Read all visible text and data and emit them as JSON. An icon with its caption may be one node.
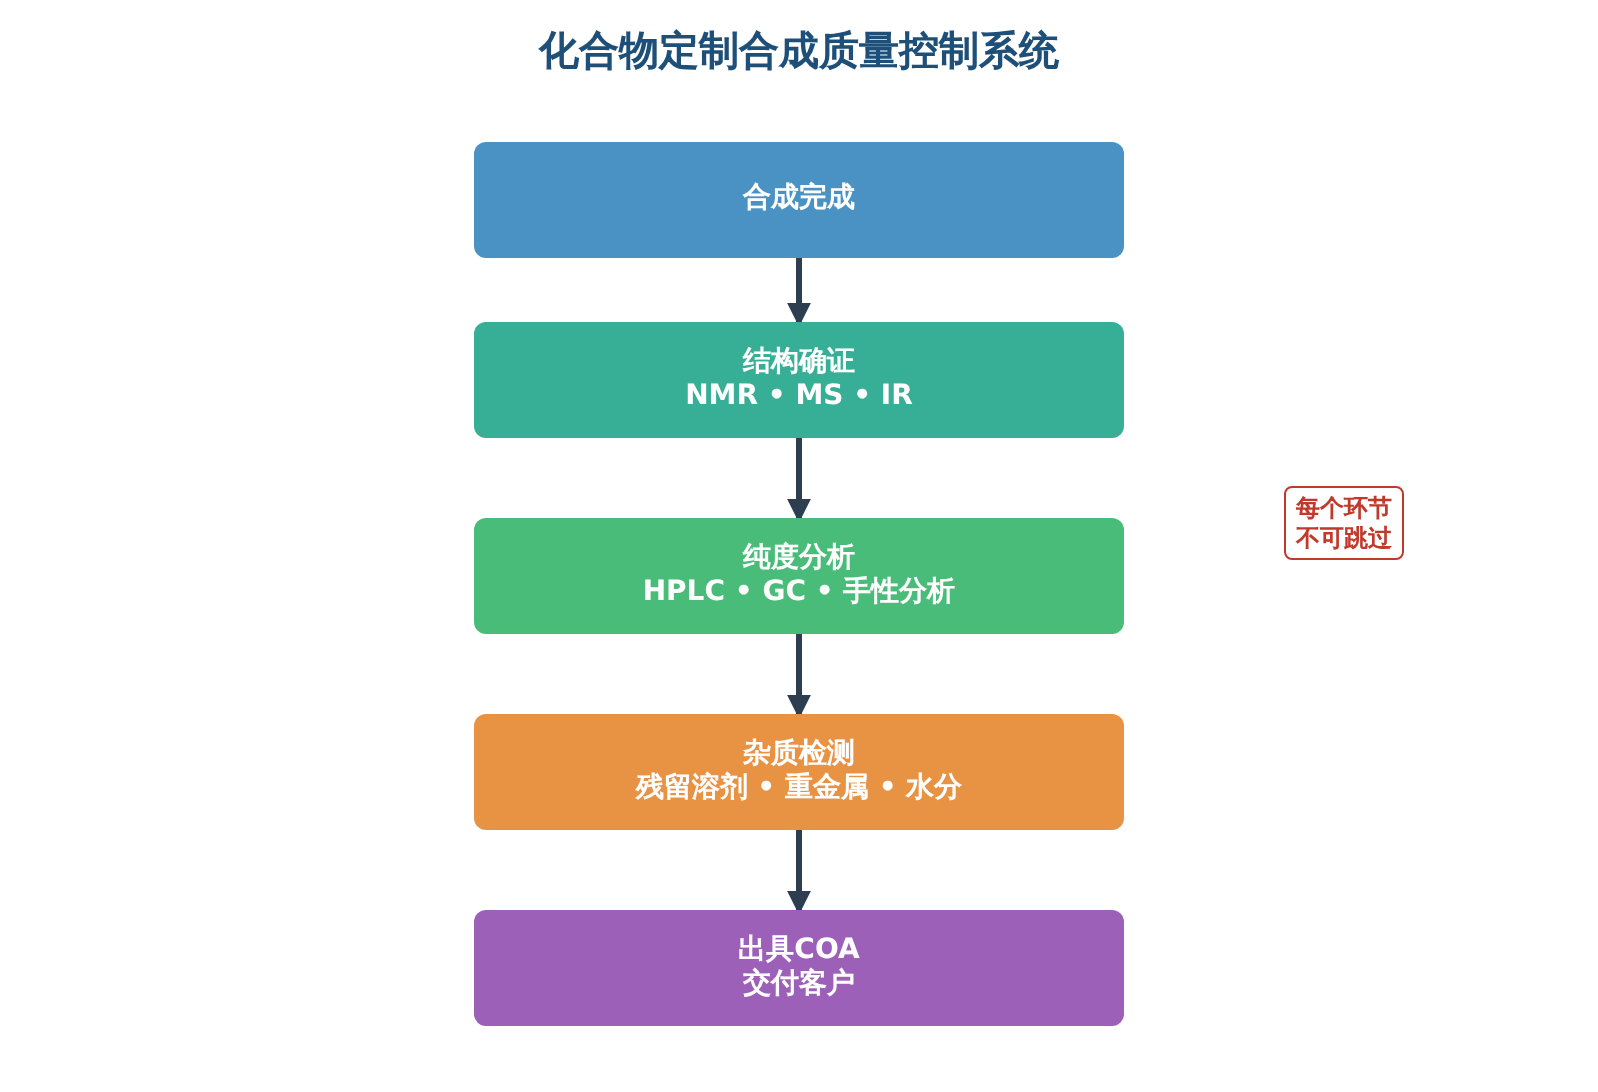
{
  "diagram": {
    "title": "化合物定制合成质量控制系统",
    "nodes": [
      {
        "text": [
          "合成完成"
        ]
      },
      {
        "text": [
          "结构确证",
          "NMR • MS • IR"
        ]
      },
      {
        "text": [
          "纯度分析",
          "HPLC • GC • 手性分析"
        ]
      },
      {
        "text": [
          "杂质检测",
          "残留溶剂 • 重金属 • 水分"
        ]
      },
      {
        "text": [
          "出具COA",
          "交付客户"
        ]
      },
      {
        "text": [
          "每个环节不可跳过"
        ]
      }
    ],
    "edges": [
      {
        "from": 0,
        "to": 1,
        "arrow": "to"
      },
      {
        "from": 1,
        "to": 2,
        "arrow": "to"
      },
      {
        "from": 2,
        "to": 3,
        "arrow": "to"
      },
      {
        "from": 3,
        "to": 4,
        "arrow": "to"
      }
    ]
  }
}
